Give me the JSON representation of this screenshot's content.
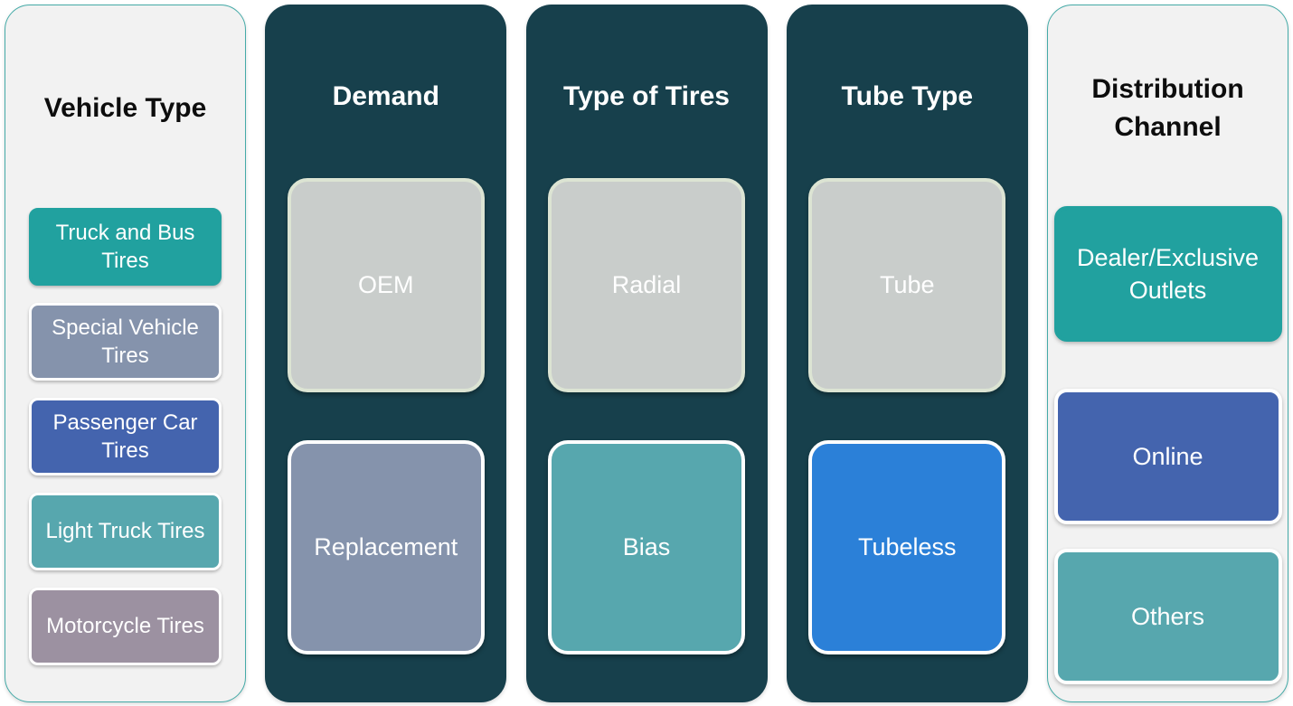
{
  "page": {
    "background": "#FFFFFF"
  },
  "colors": {
    "light_column_bg": "#F2F2F2",
    "light_column_border": "#45ABA8",
    "dark_column_bg": "#17404C",
    "teal": "#21A19F",
    "slate_blue": "#8593AC",
    "blue": "#4464AE",
    "sea_teal": "#57A7AE",
    "mauve": "#9C91A1",
    "gray_box": "#C9CDCB",
    "gray_box_border": "#DCE4D3",
    "bright_blue": "#2B80D8",
    "white": "#FFFFFF"
  },
  "columns": [
    {
      "title": "Vehicle Type",
      "theme": "light",
      "items": [
        {
          "label": "Truck and Bus Tires",
          "color": "#21A19F",
          "border": "#21A19F"
        },
        {
          "label": "Special Vehicle Tires",
          "color": "#8593AC",
          "border": "#FFFFFF"
        },
        {
          "label": "Passenger Car Tires",
          "color": "#4464AE",
          "border": "#FFFFFF"
        },
        {
          "label": "Light Truck Tires",
          "color": "#57A7AE",
          "border": "#FFFFFF"
        },
        {
          "label": "Motorcycle Tires",
          "color": "#9C91A1",
          "border": "#FFFFFF"
        }
      ]
    },
    {
      "title": "Demand",
      "theme": "dark",
      "items": [
        {
          "label": "OEM",
          "color": "#C9CDCB",
          "border": "#DCE4D3"
        },
        {
          "label": "Replacement",
          "color": "#8593AC",
          "border": "#FFFFFF"
        }
      ]
    },
    {
      "title": "Type of Tires",
      "theme": "dark",
      "items": [
        {
          "label": "Radial",
          "color": "#C9CDCB",
          "border": "#DCE4D3"
        },
        {
          "label": "Bias",
          "color": "#57A7AE",
          "border": "#FFFFFF"
        }
      ]
    },
    {
      "title": "Tube Type",
      "theme": "dark",
      "items": [
        {
          "label": "Tube",
          "color": "#C9CDCB",
          "border": "#DCE4D3"
        },
        {
          "label": "Tubeless",
          "color": "#2B80D8",
          "border": "#FFFFFF"
        }
      ]
    },
    {
      "title": "Distribution Channel",
      "theme": "light",
      "items": [
        {
          "label": "Dealer/Exclusive Outlets",
          "color": "#21A19F",
          "border": "#21A19F"
        },
        {
          "label": "Online",
          "color": "#4464AE",
          "border": "#FFFFFF"
        },
        {
          "label": "Others",
          "color": "#57A7AE",
          "border": "#FFFFFF"
        }
      ]
    }
  ]
}
